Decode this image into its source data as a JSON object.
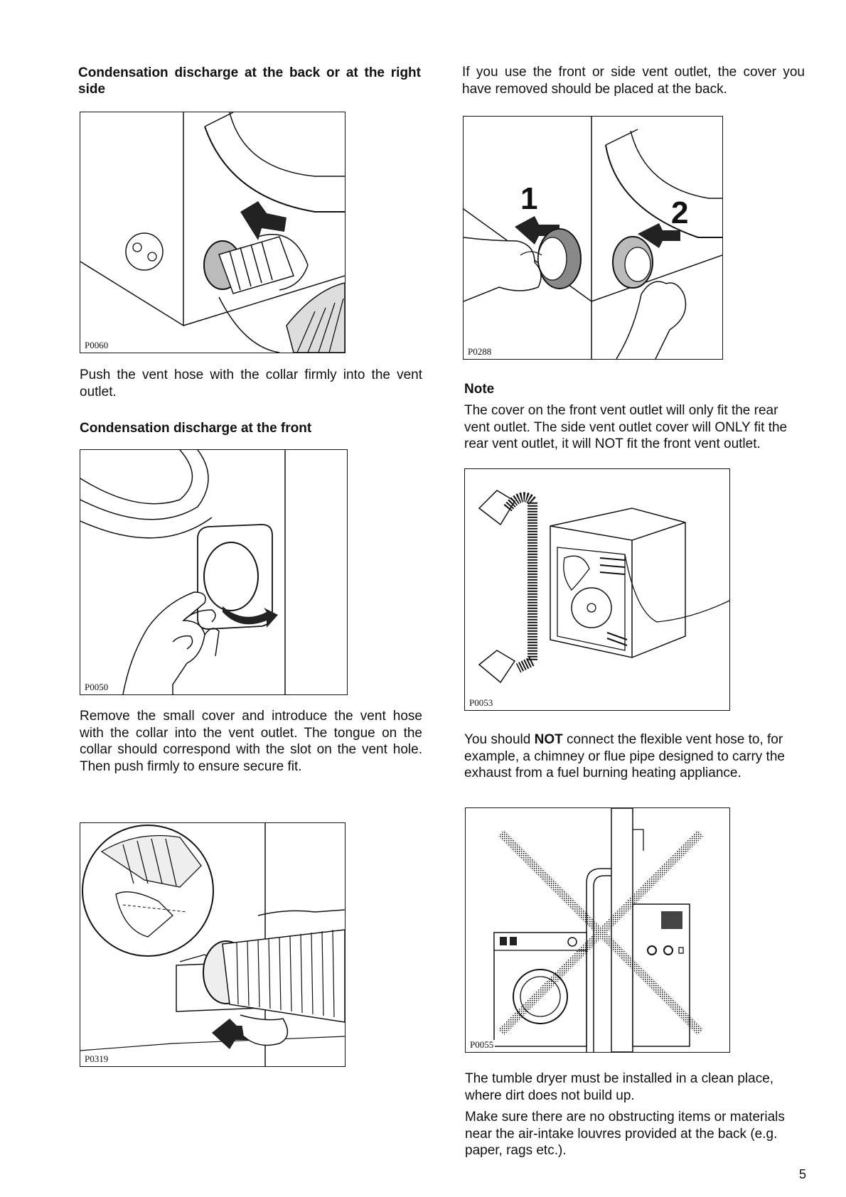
{
  "left": {
    "section1_heading": "Condensation discharge at the back or at the right side",
    "fig1_code": "P0060",
    "section1_text": "Push the vent hose with the collar firmly into the vent outlet.",
    "section2_heading": "Condensation discharge at the front",
    "fig2_code": "P0050",
    "section2_text": "Remove the small cover and introduce the vent hose with the collar into the vent outlet. The tongue on the collar should correspond with the slot on the vent hole. Then push firmly to ensure secure fit.",
    "fig3_code": "P0319"
  },
  "right": {
    "intro_text": "If you use the front or side vent outlet, the cover you have removed should be placed at the back.",
    "fig4_code": "P0288",
    "fig4_step1": "1",
    "fig4_step2": "2",
    "note_heading": "Note",
    "note_text": "The cover on the front vent outlet will only fit the rear vent outlet. The side vent outlet cover will ONLY fit the rear vent outlet, it will NOT fit the front vent outlet.",
    "fig5_code": "P0053",
    "warning_pre": "You should ",
    "warning_bold": "NOT",
    "warning_post": " connect the flexible vent hose to, for example, a chimney or flue pipe designed to carry the exhaust from a fuel burning heating appliance.",
    "fig6_code": "P0055",
    "install_text": "The tumble dryer must be installed in a clean place, where dirt does not build up.",
    "intake_text": "Make sure there are no obstructing items or materials near the air-intake louvres provided at the back (e.g. paper, rags etc.)."
  },
  "page_number": "5"
}
